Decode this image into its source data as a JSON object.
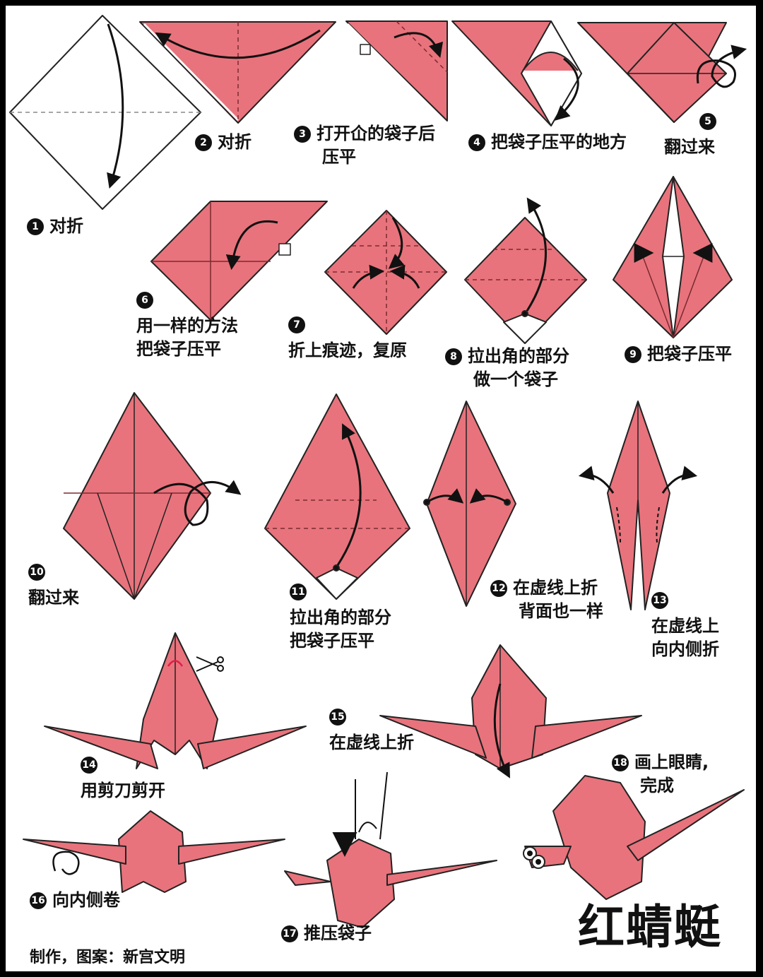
{
  "title": "红蜻蜓",
  "credit": "制作，图案：新宫文明",
  "colors": {
    "paper": "#e8737c",
    "outline": "#222222",
    "fold": "#7a2a30",
    "arrow": "#111111"
  },
  "steps": [
    {
      "num": "1",
      "text": "对折"
    },
    {
      "num": "2",
      "text": "对折"
    },
    {
      "num": "3",
      "line1": "打开仚的袋子后",
      "line2": "压平"
    },
    {
      "num": "4",
      "text": "把袋子压平的地方"
    },
    {
      "num": "5",
      "text": "翻过来"
    },
    {
      "num": "6",
      "line1": "用一样的方法",
      "line2": "把袋子压平"
    },
    {
      "num": "7",
      "text": "折上痕迹，复原"
    },
    {
      "num": "8",
      "line1": "拉出角的部分",
      "line2": "做一个袋子"
    },
    {
      "num": "9",
      "text": "把袋子压平"
    },
    {
      "num": "10",
      "text": "翻过来"
    },
    {
      "num": "11",
      "line1": "拉出角的部分",
      "line2": "把袋子压平"
    },
    {
      "num": "12",
      "line1": "在虚线上折",
      "line2": "背面也一样"
    },
    {
      "num": "13",
      "line1": "在虚线上",
      "line2": "向内侧折"
    },
    {
      "num": "14",
      "text": "用剪刀剪开"
    },
    {
      "num": "15",
      "text": "在虚线上折"
    },
    {
      "num": "16",
      "text": "向内侧卷"
    },
    {
      "num": "17",
      "text": "推压袋子"
    },
    {
      "num": "18",
      "line1": "画上眼睛,",
      "line2": "完成"
    }
  ],
  "icons": [
    "scissors-icon",
    "fold-arrow-icon",
    "flip-over-icon",
    "push-arrow-icon",
    "finger-icon"
  ]
}
